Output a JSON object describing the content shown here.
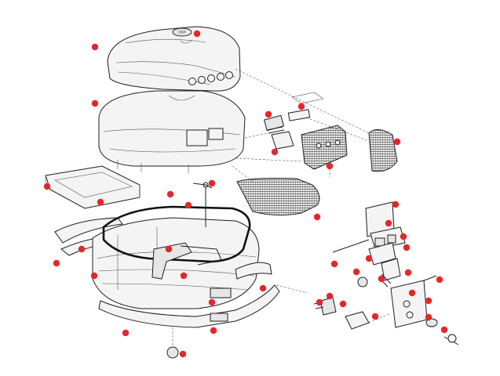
{
  "diagram": {
    "description_visible_text": "",
    "callout_color": "#e5262b",
    "line_color": "#1e1e1e",
    "background": "#ffffff",
    "callouts": [
      {
        "id": "lid-cover"
      },
      {
        "id": "lid-badge"
      },
      {
        "id": "lid-shell"
      },
      {
        "id": "inner-tray"
      },
      {
        "id": "tray-screw"
      },
      {
        "id": "latch-bracket-top"
      },
      {
        "id": "latch-small"
      },
      {
        "id": "reflector-back"
      },
      {
        "id": "reflector-mesh-center"
      },
      {
        "id": "reflector-mesh-right"
      },
      {
        "id": "lid-panel-mesh"
      },
      {
        "id": "hinge-pin"
      },
      {
        "id": "gasket-seal"
      },
      {
        "id": "gasket-corner"
      },
      {
        "id": "side-trim-left"
      },
      {
        "id": "side-strip-left"
      },
      {
        "id": "base-shell"
      },
      {
        "id": "base-handle"
      },
      {
        "id": "base-screw"
      },
      {
        "id": "base-clip"
      },
      {
        "id": "lower-trim-front"
      },
      {
        "id": "lower-trim-right"
      },
      {
        "id": "lower-strip"
      },
      {
        "id": "foot-pad"
      },
      {
        "id": "lock-plate-top"
      },
      {
        "id": "lock-rod"
      },
      {
        "id": "lock-bracket-1"
      },
      {
        "id": "lock-bracket-2"
      },
      {
        "id": "lock-bracket-3"
      },
      {
        "id": "lock-spring"
      },
      {
        "id": "lock-cylinder"
      },
      {
        "id": "lock-lever"
      },
      {
        "id": "lock-cam"
      },
      {
        "id": "rod-end"
      },
      {
        "id": "mount-plate"
      },
      {
        "id": "mount-plate-clip"
      },
      {
        "id": "key-barrel"
      },
      {
        "id": "key"
      },
      {
        "id": "clamp-screws"
      },
      {
        "id": "clamp-block"
      },
      {
        "id": "clamp-block-2"
      },
      {
        "id": "clamp-plate"
      }
    ]
  }
}
